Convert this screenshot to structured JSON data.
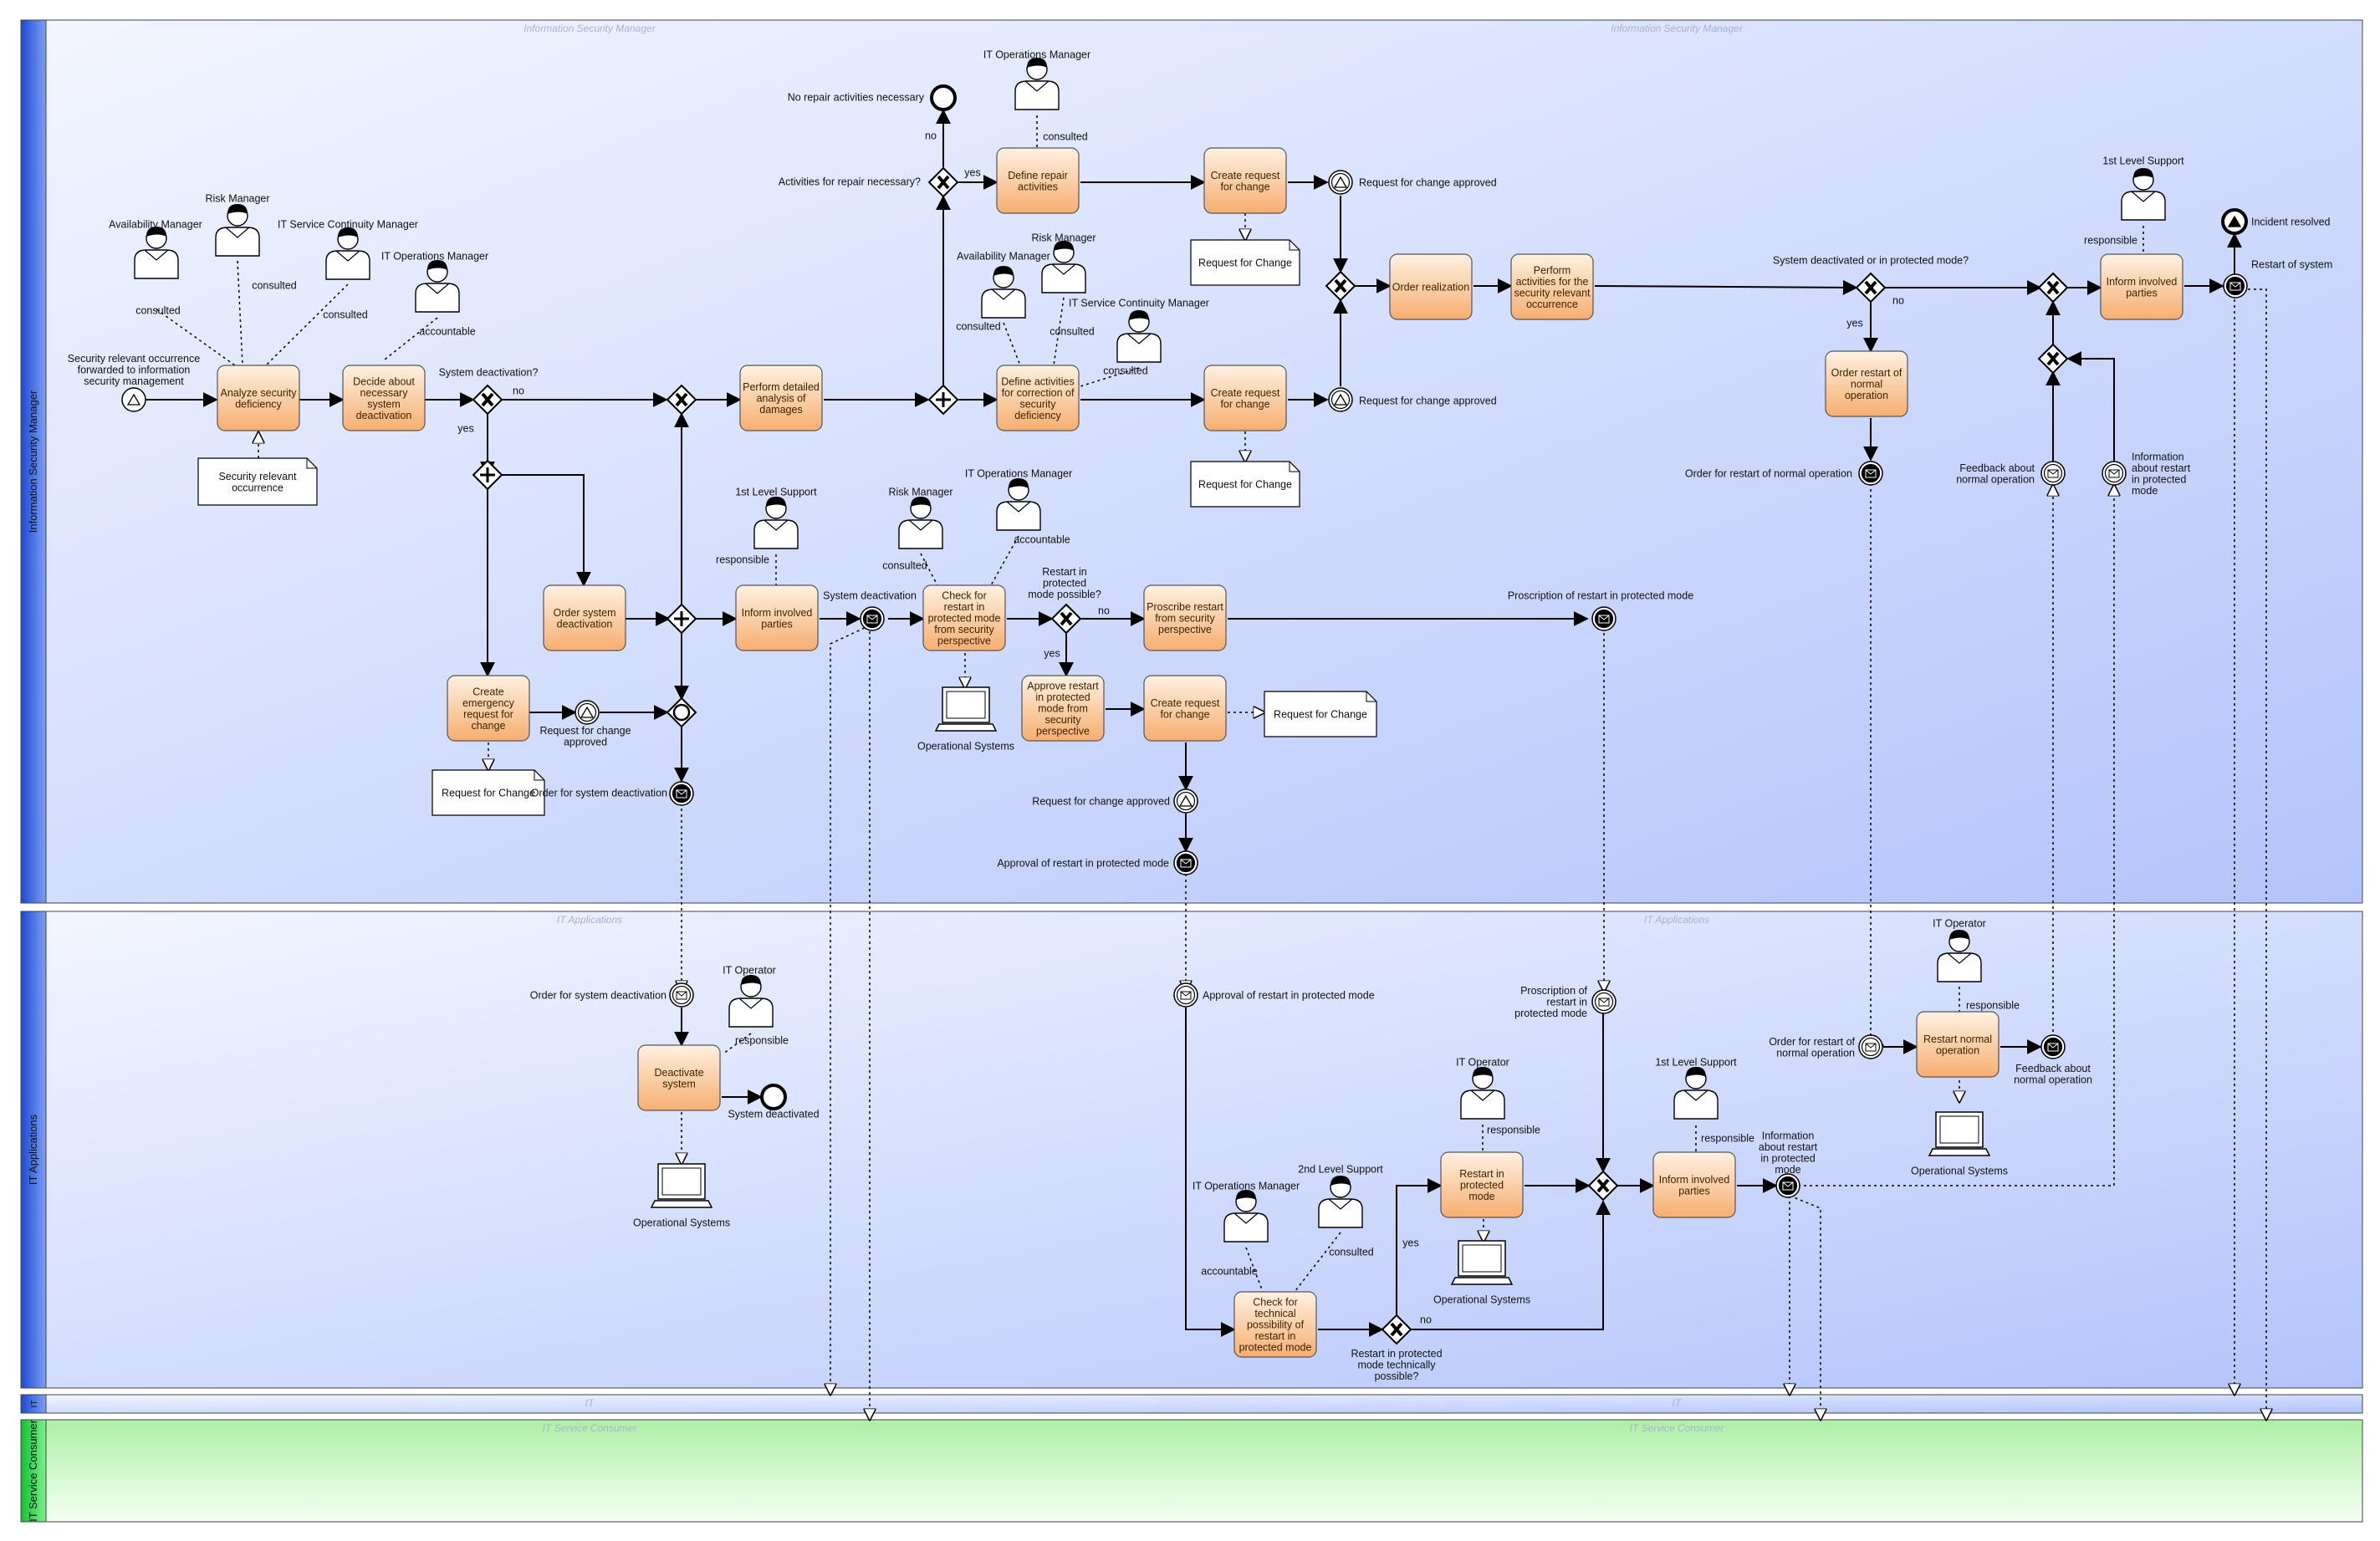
{
  "lanes": [
    {
      "name": "Information Security Manager",
      "color": "#2f63e0"
    },
    {
      "name": "IT Applications",
      "color": "#2f63e0"
    },
    {
      "name": "IT",
      "color": "#2f63e0"
    },
    {
      "name": "IT Service Consumer",
      "color": "#1fd24a"
    }
  ],
  "colors": {
    "task_fill": "#ffc892",
    "lane_fill": "#c9d5ff",
    "consumer_fill": "#c6f7c0"
  },
  "tasks": [
    {
      "id": "t1",
      "lines": [
        "Analyze security",
        "deficiency"
      ]
    },
    {
      "id": "t2",
      "lines": [
        "Decide about",
        "necessary",
        "system",
        "deactivation"
      ]
    },
    {
      "id": "t3",
      "lines": [
        "Perform detailed",
        "analysis of",
        "damages"
      ]
    },
    {
      "id": "t4",
      "lines": [
        "Define repair",
        "activities"
      ]
    },
    {
      "id": "t5",
      "lines": [
        "Define activities",
        "for correction of",
        "security",
        "deficiency"
      ]
    },
    {
      "id": "t6",
      "lines": [
        "Create request",
        "for change"
      ]
    },
    {
      "id": "t7",
      "lines": [
        "Create request",
        "for change"
      ]
    },
    {
      "id": "t8",
      "lines": [
        "Order realization"
      ]
    },
    {
      "id": "t9",
      "lines": [
        "Perform",
        "activities for the",
        "security relevant",
        "occurrence"
      ]
    },
    {
      "id": "t10",
      "lines": [
        "Order restart of",
        "normal",
        "operation"
      ]
    },
    {
      "id": "t11",
      "lines": [
        "Inform involved",
        "parties"
      ]
    },
    {
      "id": "t12",
      "lines": [
        "Order system",
        "deactivation"
      ]
    },
    {
      "id": "t13",
      "lines": [
        "Inform involved",
        "parties"
      ]
    },
    {
      "id": "t14",
      "lines": [
        "Check for",
        "restart in",
        "protected mode",
        "from security",
        "perspective"
      ]
    },
    {
      "id": "t15",
      "lines": [
        "Proscribe restart",
        "from security",
        "perspective"
      ]
    },
    {
      "id": "t16",
      "lines": [
        "Approve restart",
        "in protected",
        "mode from",
        "security",
        "perspective"
      ]
    },
    {
      "id": "t17",
      "lines": [
        "Create request",
        "for change"
      ]
    },
    {
      "id": "t18",
      "lines": [
        "Create",
        "emergency",
        "request for",
        "change"
      ]
    },
    {
      "id": "t19",
      "lines": [
        "Deactivate",
        "system"
      ]
    },
    {
      "id": "t20",
      "lines": [
        "Restart in",
        "protected",
        "mode"
      ]
    },
    {
      "id": "t21",
      "lines": [
        "Inform involved",
        "parties"
      ]
    },
    {
      "id": "t22",
      "lines": [
        "Restart normal",
        "operation"
      ]
    },
    {
      "id": "t23",
      "lines": [
        "Check for",
        "technical",
        "possibility of",
        "restart in",
        "protected mode"
      ]
    }
  ],
  "documents": [
    {
      "id": "d1",
      "lines": [
        "Security relevant",
        "occurrence"
      ]
    },
    {
      "id": "d2",
      "lines": [
        "Request for Change"
      ]
    },
    {
      "id": "d3",
      "lines": [
        "Request for Change"
      ]
    },
    {
      "id": "d4",
      "lines": [
        "Request for Change"
      ]
    },
    {
      "id": "d5",
      "lines": [
        "Request for Change"
      ]
    }
  ],
  "roles": [
    {
      "id": "r1",
      "name": "Availability Manager",
      "rel": "consulted"
    },
    {
      "id": "r2",
      "name": "Risk Manager",
      "rel": "consulted"
    },
    {
      "id": "r3",
      "name": "IT Service Continuity Manager",
      "rel": "consulted"
    },
    {
      "id": "r4",
      "name": "IT Operations Manager",
      "rel": "accountable"
    },
    {
      "id": "r5",
      "name": "IT Operations Manager",
      "rel": "consulted"
    },
    {
      "id": "r6",
      "name": "Availability Manager",
      "rel": "consulted"
    },
    {
      "id": "r7",
      "name": "Risk Manager",
      "rel": "consulted"
    },
    {
      "id": "r8",
      "name": "IT Service Continuity Manager",
      "rel": "consulted"
    },
    {
      "id": "r9",
      "name": "1st Level Support",
      "rel": "responsible"
    },
    {
      "id": "r10",
      "name": "1st Level Support",
      "rel": "responsible"
    },
    {
      "id": "r11",
      "name": "Risk Manager",
      "rel": "consulted"
    },
    {
      "id": "r12",
      "name": "IT Operations Manager",
      "rel": "accountable"
    },
    {
      "id": "r13",
      "name": "IT Operator",
      "rel": "responsible"
    },
    {
      "id": "r14",
      "name": "IT Operator",
      "rel": "responsible"
    },
    {
      "id": "r15",
      "name": "IT Operator",
      "rel": "responsible"
    },
    {
      "id": "r16",
      "name": "1st Level Support",
      "rel": "responsible"
    },
    {
      "id": "r17",
      "name": "IT Operations Manager",
      "rel": "accountable"
    },
    {
      "id": "r18",
      "name": "2nd Level Support",
      "rel": "consulted"
    }
  ],
  "systems": [
    {
      "id": "s1",
      "name": "Operational Systems"
    },
    {
      "id": "s2",
      "name": "Operational Systems"
    },
    {
      "id": "s3",
      "name": "Operational Systems"
    },
    {
      "id": "s4",
      "name": "Operational Systems"
    }
  ],
  "labels": {
    "start_event": [
      "Security relevant occurrence",
      "forwarded to information",
      "security management"
    ],
    "system_deactivation_q": "System deactivation?",
    "repair_q": "Activities for repair necessary?",
    "no_repair": "No repair activities necessary",
    "rfc_approved": "Request for change approved",
    "rfc_approved_2": "Request for change approved",
    "rfc_approved_3": "Request for change approved",
    "rfc_approved_4": [
      "Request for change",
      "approved"
    ],
    "deactivated_or_protected_q": "System deactivated or in protected mode?",
    "incident_resolved": "Incident resolved",
    "restart_of_system": "Restart of system",
    "order_restart_normal": "Order for restart of normal operation",
    "feedback_normal": [
      "Feedback about",
      "normal operation"
    ],
    "info_restart_protected": [
      "Information",
      "about restart",
      "in protected",
      "mode"
    ],
    "system_deactivation_msg": "System deactivation",
    "restart_possible_q": [
      "Restart in",
      "protected",
      "mode possible?"
    ],
    "proscription": "Proscription of restart in protected mode",
    "order_for_system_deactivation": "Order for system deactivation",
    "approval_restart": "Approval of restart in protected mode",
    "approval_restart_2": "Approval of restart in protected mode",
    "order_sys_deact_2": "Order for system deactivation",
    "system_deactivated": "System deactivated",
    "proscription_2": [
      "Proscription of",
      "restart in",
      "protected mode"
    ],
    "order_restart_normal_2": [
      "Order for restart of",
      "normal operation"
    ],
    "feedback_normal_2": [
      "Feedback about",
      "normal operation"
    ],
    "info_restart_protected_2": [
      "Information",
      "about restart",
      "in protected",
      "mode"
    ],
    "restart_tech_possible_q": [
      "Restart in protected",
      "mode technically",
      "possible?"
    ],
    "yes": "yes",
    "no": "no"
  },
  "watermarks": {
    "ism": "Information Security Manager",
    "ita": "IT Applications",
    "it": "IT",
    "isc": "IT Service Consumer"
  }
}
